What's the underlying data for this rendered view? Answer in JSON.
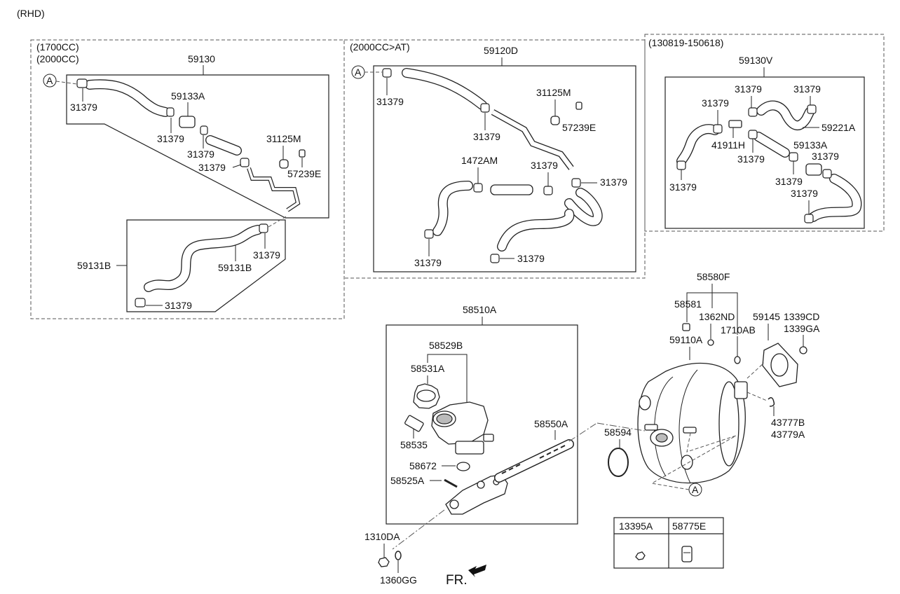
{
  "header": {
    "variant": "(RHD)"
  },
  "groups": {
    "engine_1700_2000": {
      "labels": [
        "(1700CC)",
        "(2000CC)"
      ],
      "assembly": "59130",
      "sub_assembly": "59131B"
    },
    "engine_2000_at": {
      "label": "(2000CC>AT)",
      "assembly": "59120D"
    },
    "date_range": {
      "label": "(130819-150618)",
      "assembly": "59130V"
    }
  },
  "callouts": {
    "ref_a": "A",
    "p31379": "31379",
    "p59133A": "59133A",
    "p31125M": "31125M",
    "p57239E": "57239E",
    "p59131B": "59131B",
    "p1472AM": "1472AM",
    "p59221A": "59221A",
    "p41911H": "41911H",
    "p58510A": "58510A",
    "p58529B": "58529B",
    "p58531A": "58531A",
    "p58535": "58535",
    "p58672": "58672",
    "p58525A": "58525A",
    "p58550A": "58550A",
    "p58594": "58594",
    "p58580F": "58580F",
    "p58581": "58581",
    "p1362ND": "1362ND",
    "p1710AB": "1710AB",
    "p59110A": "59110A",
    "p59145": "59145",
    "p1339CD": "1339CD",
    "p1339GA": "1339GA",
    "p43777B": "43777B",
    "p43779A": "43779A",
    "p1310DA": "1310DA",
    "p1360GG": "1360GG",
    "front": "FR."
  },
  "legend_table": {
    "columns": [
      "13395A",
      "58775E"
    ]
  }
}
